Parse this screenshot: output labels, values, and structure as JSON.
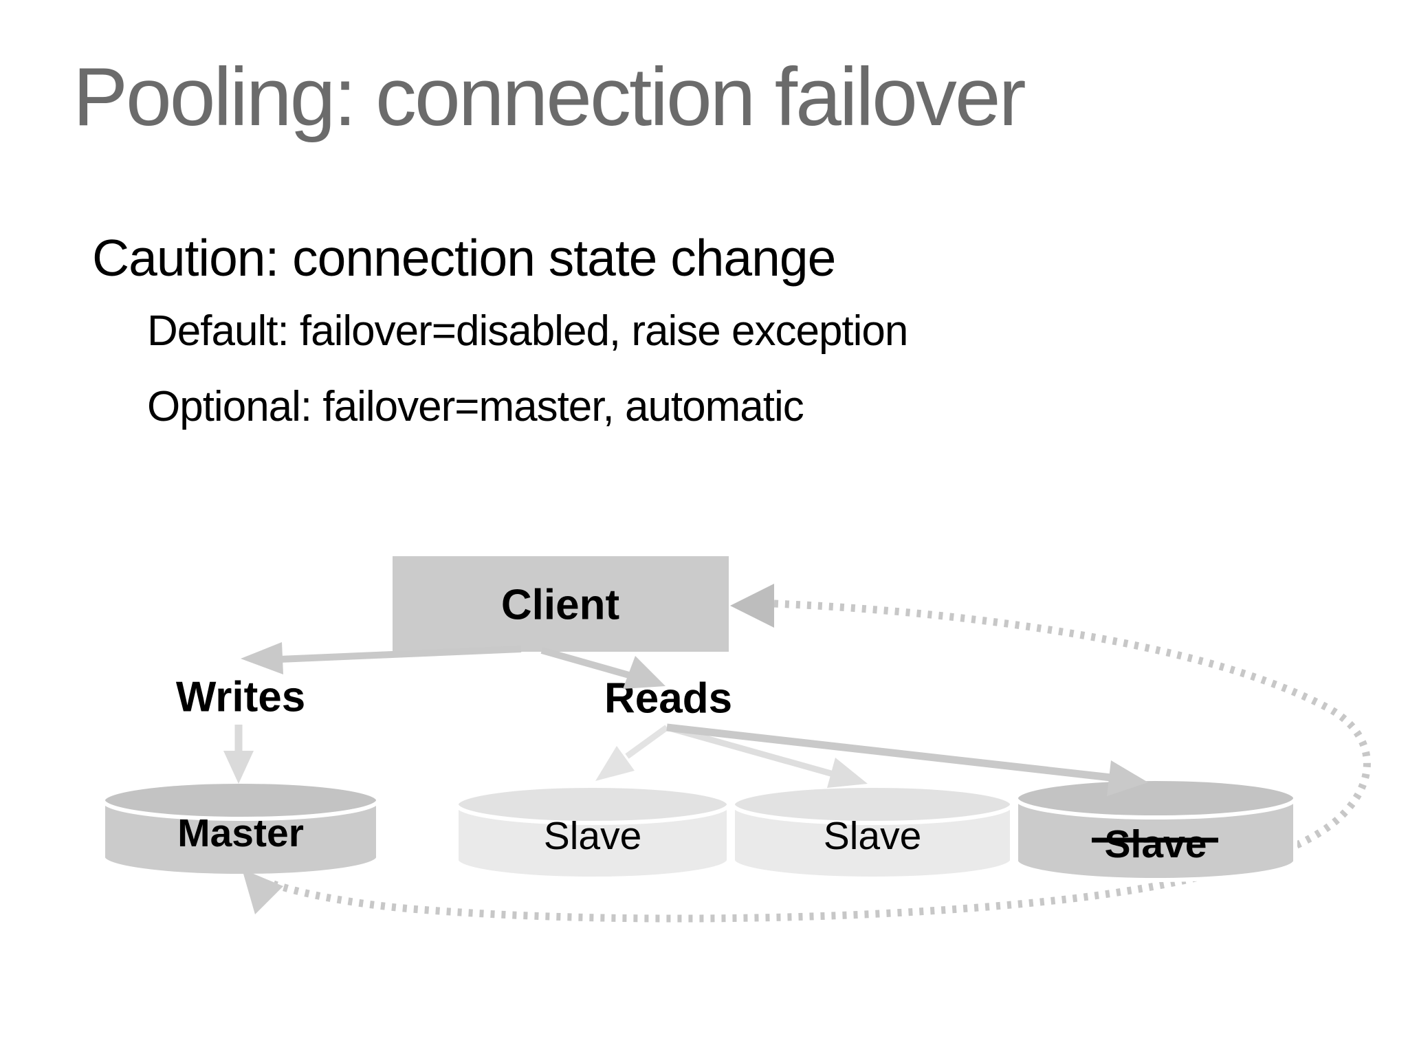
{
  "slide": {
    "title": "Pooling: connection failover",
    "bullet_main": "Caution: connection state change",
    "bullet_sub1": "Default: failover=disabled, raise exception",
    "bullet_sub2": "Optional: failover=master, automatic"
  },
  "diagram": {
    "client_label": "Client",
    "writes_label": "Writes",
    "reads_label": "Reads",
    "master_label": "Master",
    "slave1_label": "Slave",
    "slave2_label": "Slave",
    "slave3_label": "Slave",
    "slave3_struck_through": true
  },
  "colors": {
    "background": "#ffffff",
    "title_text": "#6b6b6b",
    "body_text": "#000000",
    "client_fill": "#cbcbcb",
    "cylinder_gray": "#cbcbcb",
    "cylinder_gray_top": "#c3c3c3",
    "cylinder_light": "#eaeaea",
    "cylinder_light_top": "#e2e2e2",
    "arrow_gray": "#c9c9c9",
    "arrow_light": "#dedede",
    "arrow_lighter": "#e3e3e3",
    "dash_gray": "#c7c7c7",
    "arrowhead_dark": "#bdbdbd"
  }
}
